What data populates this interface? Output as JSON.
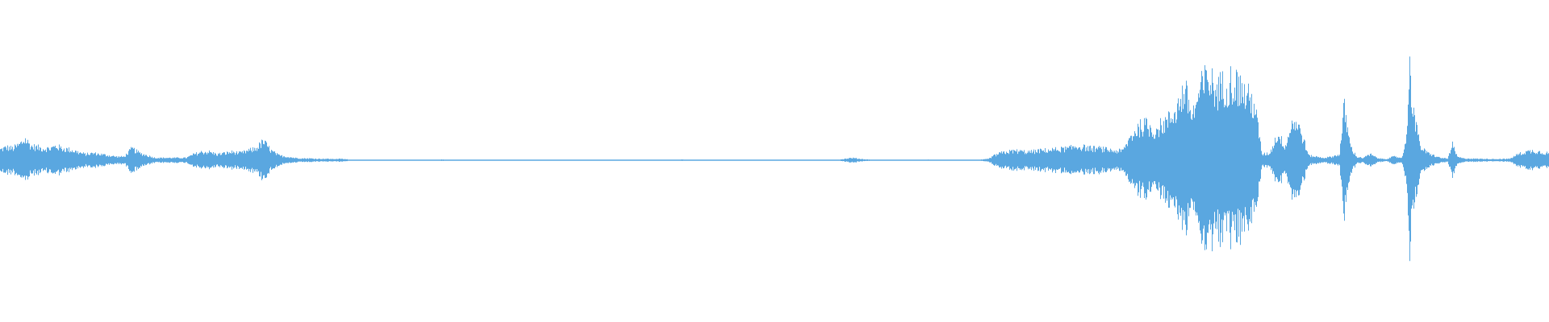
{
  "waveform": {
    "color": "#5aa7e0",
    "amplitude_profile": [
      [
        0.0,
        0.09
      ],
      [
        0.004,
        0.11
      ],
      [
        0.008,
        0.1
      ],
      [
        0.012,
        0.13
      ],
      [
        0.016,
        0.18
      ],
      [
        0.02,
        0.12
      ],
      [
        0.024,
        0.11
      ],
      [
        0.028,
        0.1
      ],
      [
        0.032,
        0.1
      ],
      [
        0.036,
        0.12
      ],
      [
        0.04,
        0.1
      ],
      [
        0.045,
        0.09
      ],
      [
        0.05,
        0.07
      ],
      [
        0.055,
        0.05
      ],
      [
        0.06,
        0.06
      ],
      [
        0.065,
        0.05
      ],
      [
        0.07,
        0.04
      ],
      [
        0.075,
        0.03
      ],
      [
        0.08,
        0.03
      ],
      [
        0.085,
        0.1
      ],
      [
        0.09,
        0.06
      ],
      [
        0.095,
        0.04
      ],
      [
        0.1,
        0.02
      ],
      [
        0.105,
        0.02
      ],
      [
        0.11,
        0.02
      ],
      [
        0.115,
        0.02
      ],
      [
        0.12,
        0.02
      ],
      [
        0.125,
        0.05
      ],
      [
        0.13,
        0.07
      ],
      [
        0.135,
        0.07
      ],
      [
        0.14,
        0.05
      ],
      [
        0.145,
        0.06
      ],
      [
        0.15,
        0.07
      ],
      [
        0.155,
        0.06
      ],
      [
        0.16,
        0.08
      ],
      [
        0.165,
        0.1
      ],
      [
        0.17,
        0.16
      ],
      [
        0.175,
        0.08
      ],
      [
        0.18,
        0.04
      ],
      [
        0.185,
        0.03
      ],
      [
        0.19,
        0.02
      ],
      [
        0.195,
        0.015
      ],
      [
        0.2,
        0.015
      ],
      [
        0.205,
        0.012
      ],
      [
        0.21,
        0.012
      ],
      [
        0.215,
        0.01
      ],
      [
        0.22,
        0.012
      ],
      [
        0.225,
        0.006
      ],
      [
        0.23,
        0.004
      ],
      [
        0.24,
        0.004
      ],
      [
        0.25,
        0.003
      ],
      [
        0.26,
        0.002
      ],
      [
        0.27,
        0.002
      ],
      [
        0.28,
        0.004
      ],
      [
        0.285,
        0.006
      ],
      [
        0.29,
        0.003
      ],
      [
        0.3,
        0.002
      ],
      [
        0.32,
        0.002
      ],
      [
        0.34,
        0.002
      ],
      [
        0.36,
        0.002
      ],
      [
        0.38,
        0.002
      ],
      [
        0.395,
        0.002
      ],
      [
        0.4,
        0.003
      ],
      [
        0.41,
        0.002
      ],
      [
        0.43,
        0.002
      ],
      [
        0.44,
        0.005
      ],
      [
        0.45,
        0.004
      ],
      [
        0.46,
        0.005
      ],
      [
        0.47,
        0.002
      ],
      [
        0.49,
        0.002
      ],
      [
        0.51,
        0.002
      ],
      [
        0.53,
        0.002
      ],
      [
        0.54,
        0.002
      ],
      [
        0.55,
        0.02
      ],
      [
        0.555,
        0.012
      ],
      [
        0.56,
        0.006
      ],
      [
        0.57,
        0.002
      ],
      [
        0.59,
        0.003
      ],
      [
        0.6,
        0.005
      ],
      [
        0.61,
        0.003
      ],
      [
        0.62,
        0.002
      ],
      [
        0.63,
        0.002
      ],
      [
        0.638,
        0.01
      ],
      [
        0.642,
        0.04
      ],
      [
        0.646,
        0.06
      ],
      [
        0.65,
        0.07
      ],
      [
        0.655,
        0.08
      ],
      [
        0.66,
        0.075
      ],
      [
        0.665,
        0.07
      ],
      [
        0.67,
        0.08
      ],
      [
        0.675,
        0.085
      ],
      [
        0.68,
        0.09
      ],
      [
        0.685,
        0.095
      ],
      [
        0.69,
        0.1
      ],
      [
        0.695,
        0.12
      ],
      [
        0.7,
        0.11
      ],
      [
        0.705,
        0.1
      ],
      [
        0.71,
        0.1
      ],
      [
        0.715,
        0.09
      ],
      [
        0.72,
        0.08
      ],
      [
        0.725,
        0.08
      ],
      [
        0.73,
        0.2
      ],
      [
        0.735,
        0.28
      ],
      [
        0.74,
        0.3
      ],
      [
        0.745,
        0.25
      ],
      [
        0.75,
        0.3
      ],
      [
        0.755,
        0.35
      ],
      [
        0.76,
        0.45
      ],
      [
        0.765,
        0.6
      ],
      [
        0.77,
        0.38
      ],
      [
        0.775,
        0.6
      ],
      [
        0.78,
        0.72
      ],
      [
        0.785,
        0.6
      ],
      [
        0.79,
        0.64
      ],
      [
        0.795,
        0.68
      ],
      [
        0.8,
        0.64
      ],
      [
        0.805,
        0.55
      ],
      [
        0.81,
        0.48
      ],
      [
        0.815,
        0.05
      ],
      [
        0.82,
        0.06
      ],
      [
        0.825,
        0.22
      ],
      [
        0.83,
        0.12
      ],
      [
        0.835,
        0.35
      ],
      [
        0.84,
        0.25
      ],
      [
        0.845,
        0.04
      ],
      [
        0.85,
        0.03
      ],
      [
        0.855,
        0.02
      ],
      [
        0.86,
        0.03
      ],
      [
        0.865,
        0.05
      ],
      [
        0.868,
        0.45
      ],
      [
        0.872,
        0.12
      ],
      [
        0.876,
        0.03
      ],
      [
        0.88,
        0.02
      ],
      [
        0.885,
        0.05
      ],
      [
        0.89,
        0.015
      ],
      [
        0.895,
        0.01
      ],
      [
        0.9,
        0.03
      ],
      [
        0.905,
        0.02
      ],
      [
        0.908,
        0.15
      ],
      [
        0.91,
        0.8
      ],
      [
        0.914,
        0.3
      ],
      [
        0.918,
        0.1
      ],
      [
        0.922,
        0.06
      ],
      [
        0.926,
        0.04
      ],
      [
        0.93,
        0.02
      ],
      [
        0.935,
        0.015
      ],
      [
        0.938,
        0.13
      ],
      [
        0.941,
        0.03
      ],
      [
        0.945,
        0.015
      ],
      [
        0.955,
        0.012
      ],
      [
        0.965,
        0.01
      ],
      [
        0.975,
        0.012
      ],
      [
        0.98,
        0.05
      ],
      [
        0.985,
        0.07
      ],
      [
        0.99,
        0.08
      ],
      [
        0.995,
        0.07
      ],
      [
        1.0,
        0.06
      ]
    ]
  }
}
